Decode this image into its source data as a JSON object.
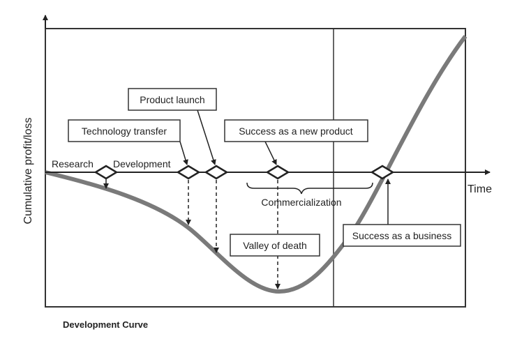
{
  "diagram": {
    "y_axis_label": "Cumulative profit/loss",
    "x_axis_label": "Time",
    "caption": "Development Curve",
    "phase_labels": {
      "research": "Research",
      "development": "Development",
      "commercialization": "Commercialization"
    },
    "callouts": {
      "product_launch": "Product launch",
      "technology_transfer": "Technology transfer",
      "success_new_product": "Success as a new product",
      "valley_of_death": "Valley of death",
      "success_business": "Success as a business"
    },
    "colors": {
      "curve": "#7a7a7a",
      "lines": "#222222"
    }
  }
}
